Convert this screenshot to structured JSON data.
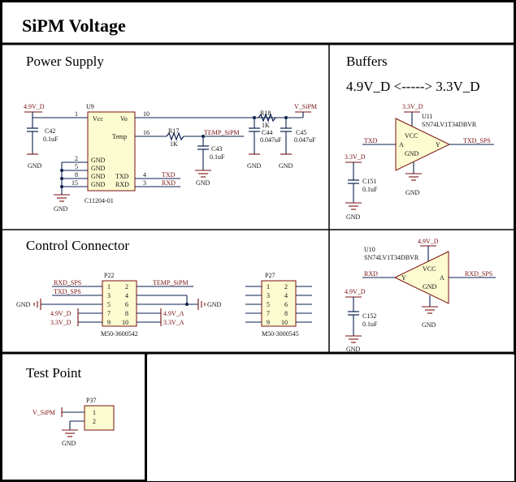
{
  "title": "SiPM Voltage",
  "sections": {
    "power_supply": "Power Supply",
    "buffers": "Buffers",
    "buffers_subtitle": "4.9V_D <-----> 3.3V_D",
    "control_connector": "Control Connector",
    "test_point": "Test Point"
  },
  "power_supply": {
    "u9_ref": "U9",
    "u9_part": "C11204-01",
    "pin_vcc": "Vcc",
    "pin_vo": "Vo",
    "pin_temp": "Temp",
    "pin_gnd": "GND",
    "pin_txd": "TXD",
    "pin_rxd": "RXD",
    "pin1": "1",
    "pin10": "10",
    "pin16": "16",
    "pin2": "2",
    "pin5": "5",
    "pin8": "8",
    "pin15": "15",
    "pin4": "4",
    "pin3": "3",
    "net_49": "4.9V_D",
    "net_vsipm": "V_SiPM",
    "net_temp": "TEMP_SiPM",
    "net_txd": "TXD",
    "net_rxd": "RXD",
    "c42_ref": "C42",
    "c42_val": "0.1uF",
    "r17_ref": "R17",
    "r17_val": "1K",
    "r18_ref": "R18",
    "r18_val": "1K",
    "c43_ref": "C43",
    "c43_val": "0.1uF",
    "c44_ref": "C44",
    "c44_val": "0.047uF",
    "c45_ref": "C45",
    "c45_val": "0.047uF",
    "gnd": "GND"
  },
  "buffers": {
    "u11_ref": "U11",
    "u11_part": "SN74LV1T34DBVR",
    "u10_ref": "U10",
    "u10_part": "SN74LV1T34DBVR",
    "net_33": "3.3V_D",
    "net_49": "4.9V_D",
    "net_txd": "TXD",
    "net_txd_sps": "TXD_SPS",
    "net_rxd": "RXD",
    "net_rxd_sps": "RXD_SPS",
    "vcc": "VCC",
    "gnd": "GND",
    "pin_a": "A",
    "pin_y": "Y",
    "c151_ref": "C151",
    "c151_val": "0.1uF",
    "c152_ref": "C152",
    "c152_val": "0.1uF"
  },
  "control_connector": {
    "p22_ref": "P22",
    "p22_part": "M50-3600542",
    "p27_ref": "P27",
    "p27_part": "M50-3000545",
    "left_pins": [
      "1",
      "3",
      "5",
      "7",
      "9"
    ],
    "right_pins": [
      "2",
      "4",
      "6",
      "8",
      "10"
    ],
    "net_rxd_sps": "RXD_SPS",
    "net_txd_sps": "TXD_SPS",
    "net_temp": "TEMP_SiPM",
    "net_49d": "4.9V_D",
    "net_33d": "3.3V_D",
    "net_49a": "4.9V_A",
    "net_33a": "3.3V_A",
    "gnd": "GND"
  },
  "test_point": {
    "p37_ref": "P37",
    "net_vsipm": "V_SiPM",
    "pin1": "1",
    "pin2": "2",
    "gnd": "GND"
  }
}
